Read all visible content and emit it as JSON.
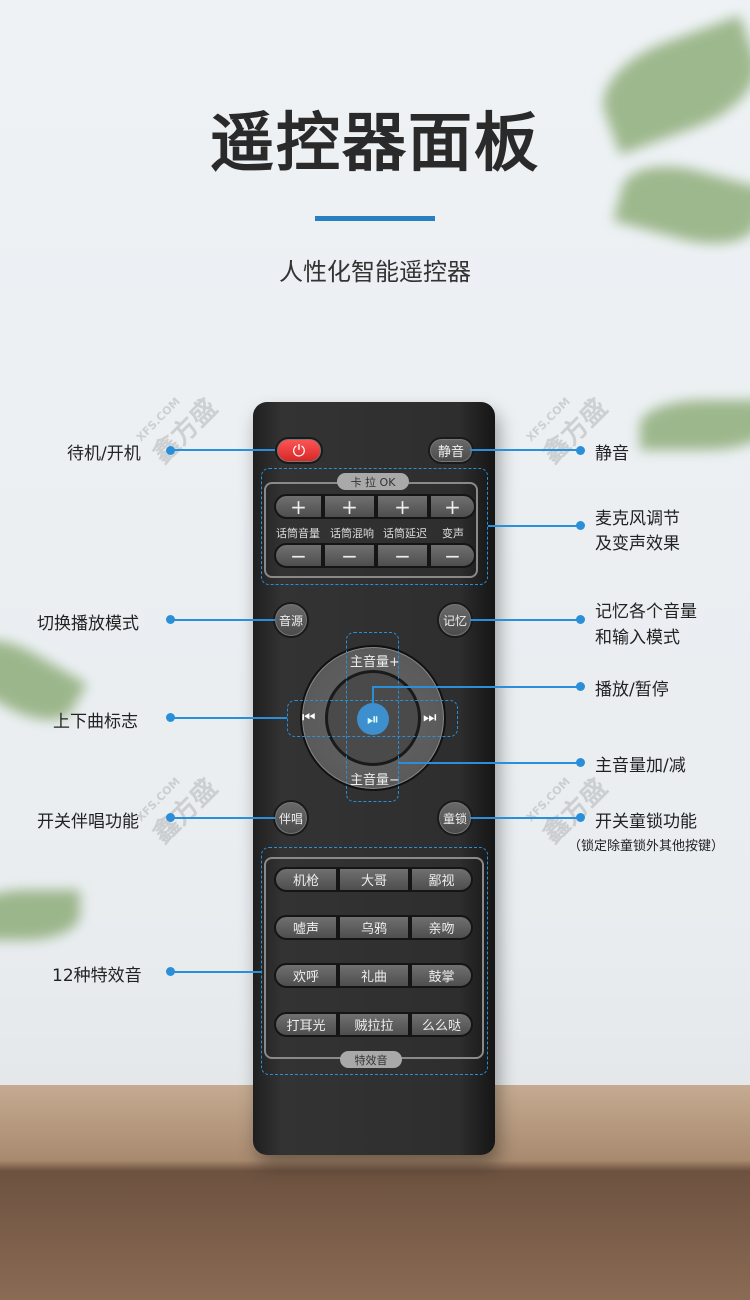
{
  "header": {
    "title": "遥控器面板",
    "subtitle": "人性化智能遥控器"
  },
  "watermark": "鑫方盛 XFS.COM",
  "remote": {
    "mute": "静音",
    "karaoke": {
      "title": "卡 拉 OK",
      "labels": [
        "话筒音量",
        "话筒混响",
        "话筒延迟",
        "变声"
      ],
      "plus": "+",
      "minus": "−"
    },
    "source": "音源",
    "memory": "记忆",
    "accompany": "伴唱",
    "child_lock": "童锁",
    "vol_up": "主音量+",
    "vol_down": "主音量−",
    "prev": "⏮",
    "next": "⏭",
    "play": "⏯",
    "effects": {
      "title": "特效音",
      "rows": [
        [
          "机枪",
          "大哥",
          "鄙视"
        ],
        [
          "嘘声",
          "乌鸦",
          "亲吻"
        ],
        [
          "欢呼",
          "礼曲",
          "鼓掌"
        ],
        [
          "打耳光",
          "贼拉拉",
          "么么哒"
        ]
      ]
    }
  },
  "annotations": {
    "power": "待机/开机",
    "mute": "静音",
    "mic_1": "麦克风调节",
    "mic_2": "及变声效果",
    "mode": "切换播放模式",
    "memory_1": "记忆各个音量",
    "memory_2": "和输入模式",
    "play": "播放/暂停",
    "track": "上下曲标志",
    "volume": "主音量加/减",
    "accompany": "开关伴唱功能",
    "lock": "开关童锁功能",
    "lock_note": "（锁定除童锁外其他按键）",
    "effects": "12种特效音"
  },
  "colors": {
    "accent": "#2a8fd8",
    "power": "#e23a3a"
  }
}
